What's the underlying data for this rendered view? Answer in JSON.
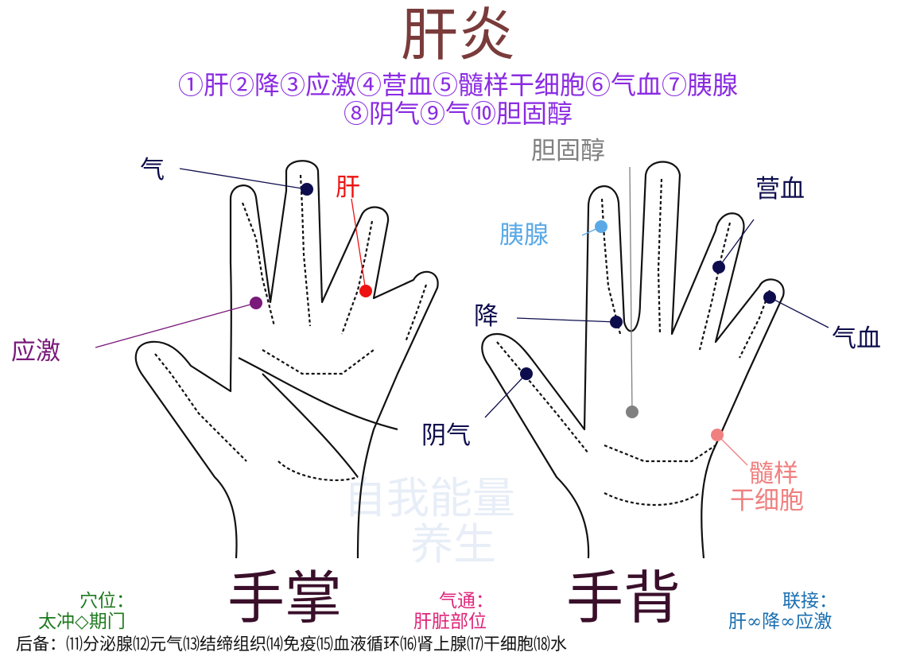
{
  "title": "肝炎",
  "legend": {
    "line1": "①肝②降③应激④营血⑤髓样干细胞⑥气血⑦胰腺",
    "line2": "⑧阴气⑨气⑩胆固醇"
  },
  "palm": {
    "label": "手掌",
    "points": {
      "qi": "气",
      "gan": "肝",
      "yingji": "应激"
    }
  },
  "back": {
    "label": "手背",
    "points": {
      "danguchun": "胆固醇",
      "yixian": "胰腺",
      "yingxue": "营血",
      "jiang": "降",
      "qixue": "气血",
      "yinqi": "阴气",
      "suiyang1": "髓样",
      "suiyang2": "干细胞"
    }
  },
  "acupoints": {
    "heading": "穴位：",
    "value": "太冲◇期门"
  },
  "qitong": {
    "heading": "气通：",
    "value": "肝脏部位"
  },
  "lianjie": {
    "heading": "联接：",
    "value": "肝∞降∞应激"
  },
  "footer": "后备：⑾分泌腺⑿元气⒀结缔组织⒁免疫⒂血液循环⒃肾上腺⒄干细胞⒅水",
  "watermark": {
    "line1": "自我能量",
    "line2": "养生"
  },
  "colors": {
    "title": "#7a3b3b",
    "legend": "#8a2be2",
    "navy_point": "#0d0d4d",
    "gan_red": "#ee1111",
    "yingji_purple": "#7a1a7a",
    "yixian_blue": "#5aa9e6",
    "danguchun_gray": "#808080",
    "suiyang_pink": "#f08080"
  }
}
